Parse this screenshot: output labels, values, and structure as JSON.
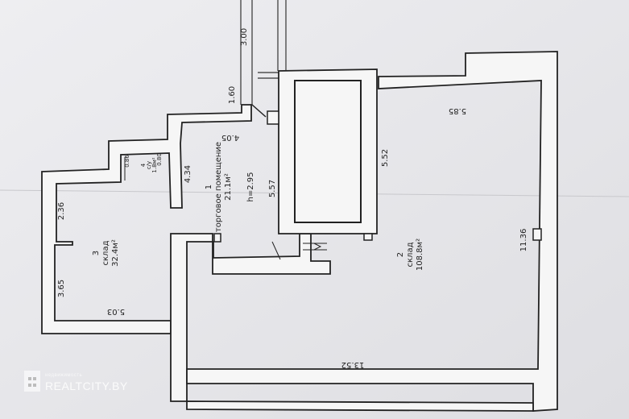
{
  "rooms": [
    {
      "number": "1",
      "name": "торговое помещение",
      "area": "21.1м²",
      "height": "h=2.95"
    },
    {
      "number": "2",
      "name": "склад",
      "area": "108.8м²"
    },
    {
      "number": "3",
      "name": "склад",
      "area": "32.4м²"
    },
    {
      "number": "4",
      "name": "с/у",
      "area": "1.8м²"
    }
  ],
  "dimensions": {
    "d300": "3.00",
    "d160": "1.60",
    "d405": "4.05",
    "d434": "4.34",
    "d552": "5.52",
    "d557": "5.57",
    "d585": "5.85",
    "d1136": "11.36",
    "d1352": "13.52",
    "d236": "2.36",
    "d365": "3.65",
    "d503": "5.03",
    "d086": "0.86",
    "d080": "0.80"
  },
  "watermark": {
    "brand": "REALTCITY.BY",
    "tagline": "недвижимость"
  },
  "colors": {
    "paper": "#e9e9ec",
    "ink": "#222222",
    "wall_fill": "#f6f6f6"
  }
}
